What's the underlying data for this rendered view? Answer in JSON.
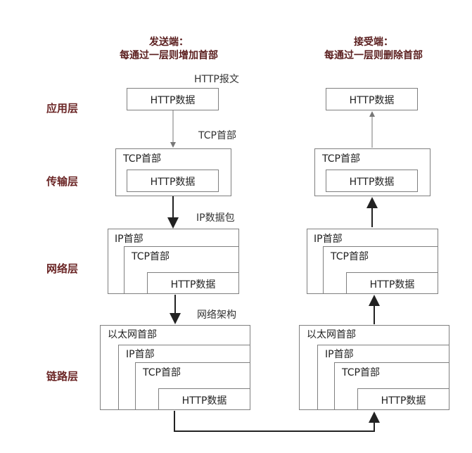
{
  "header": {
    "sender_line1": "发送端：",
    "sender_line2": "每通过一层则增加首部",
    "receiver_line1": "接受端：",
    "receiver_line2": "每通过一层则删除首部"
  },
  "layers": {
    "application": "应用层",
    "transport": "传输层",
    "network": "网络层",
    "link": "链路层"
  },
  "annotations": {
    "http_message": "HTTP报文",
    "tcp_header": "TCP首部",
    "ip_packet": "IP数据包",
    "network_frame": "网络架构"
  },
  "labels": {
    "http_data": "HTTP数据",
    "tcp_header": "TCP首部",
    "ip_header": "IP首部",
    "ethernet_header": "以太网首部"
  }
}
